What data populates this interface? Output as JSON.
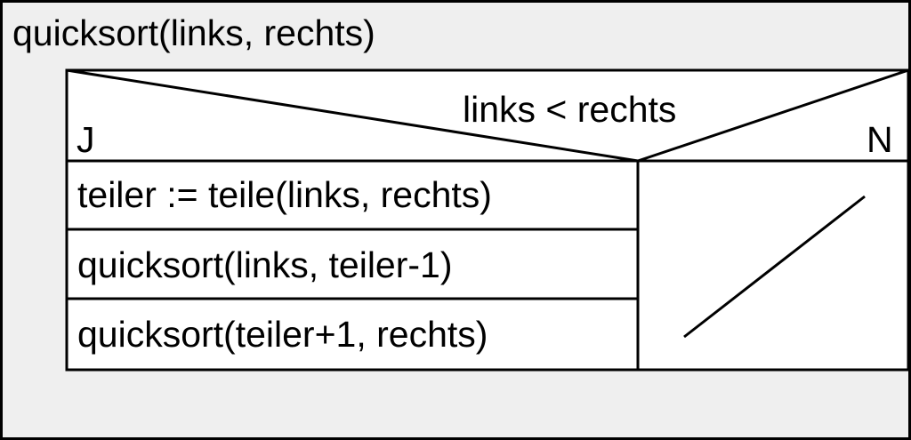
{
  "procedure": {
    "title": "quicksort(links, rechts)"
  },
  "decision": {
    "condition": "links < rechts",
    "yes_label": "J",
    "no_label": "N",
    "yes_branch": [
      "teiler := teile(links, rechts)",
      "quicksort(links, teiler-1)",
      "quicksort(teiler+1, rechts)"
    ],
    "no_branch_empty": true
  },
  "colors": {
    "background": "#efefef",
    "box_fill": "#ffffff",
    "stroke": "#000000"
  }
}
